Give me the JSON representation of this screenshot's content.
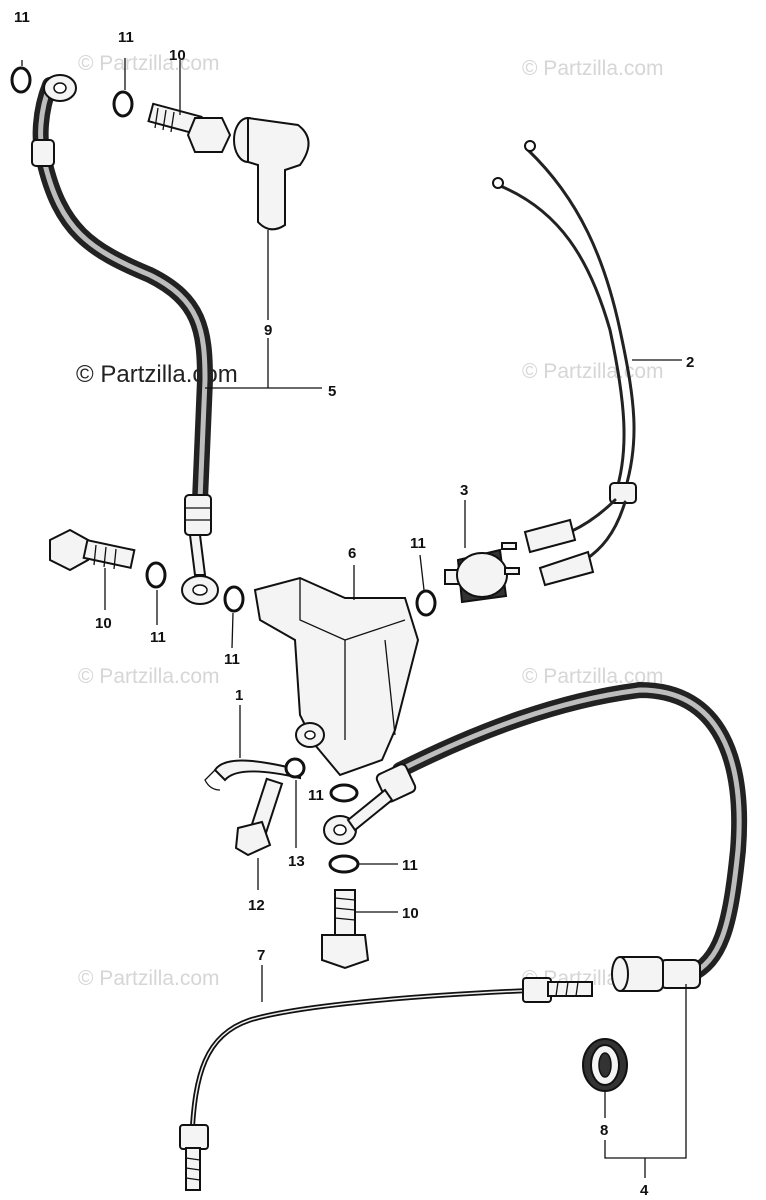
{
  "watermarks": {
    "small": "© Partzilla.com",
    "main": "© Partzilla.com"
  },
  "callouts": {
    "c1": "1",
    "c2": "2",
    "c3": "3",
    "c4": "4",
    "c5": "5",
    "c6": "6",
    "c7": "7",
    "c8": "8",
    "c9": "9",
    "c10a": "10",
    "c10b": "10",
    "c10c": "10",
    "c11a": "11",
    "c11b": "11",
    "c11c": "11",
    "c11d": "11",
    "c11e": "11",
    "c11f": "11",
    "c11g": "11",
    "c12": "12",
    "c13": "13"
  }
}
